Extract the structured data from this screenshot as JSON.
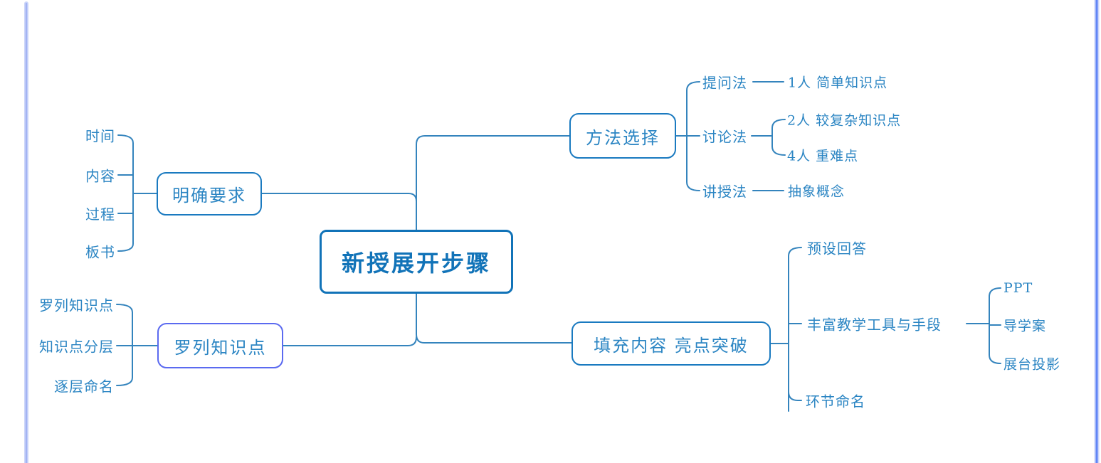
{
  "colors": {
    "line_color": "#3484bd",
    "node_border": "#1a7ac0",
    "root_color": "#1173b8",
    "selected_border": "#5b6af0",
    "text_color": "#2b85c3",
    "page_left": "#a3b3f3",
    "page_right": "#6185f6",
    "page_halo": "#ccd6fa"
  },
  "mindmap": {
    "root": {
      "label": "新授展开步骤"
    },
    "branches": [
      {
        "label": "明确要求",
        "side": "left",
        "children": [
          {
            "label": "时间",
            "children": []
          },
          {
            "label": "内容",
            "children": []
          },
          {
            "label": "过程",
            "children": []
          },
          {
            "label": "板书",
            "children": []
          }
        ]
      },
      {
        "label": "罗列知识点",
        "side": "left",
        "children": [
          {
            "label": "罗列知识点",
            "children": []
          },
          {
            "label": "知识点分层",
            "children": []
          },
          {
            "label": "逐层命名",
            "children": []
          }
        ]
      },
      {
        "label": "方法选择",
        "side": "right",
        "children": [
          {
            "label": "提问法",
            "children": [
              "1人 简单知识点"
            ]
          },
          {
            "label": "讨论法",
            "children": [
              "2人 较复杂知识点",
              "4人 重难点"
            ]
          },
          {
            "label": "讲授法",
            "children": [
              "抽象概念"
            ]
          }
        ]
      },
      {
        "label": "填充内容 亮点突破",
        "side": "right",
        "children": [
          {
            "label": "预设回答",
            "children": []
          },
          {
            "label": "丰富教学工具与手段",
            "children": [
              "PPT",
              "导学案",
              "展台投影"
            ]
          },
          {
            "label": "环节命名",
            "children": []
          }
        ]
      }
    ]
  }
}
